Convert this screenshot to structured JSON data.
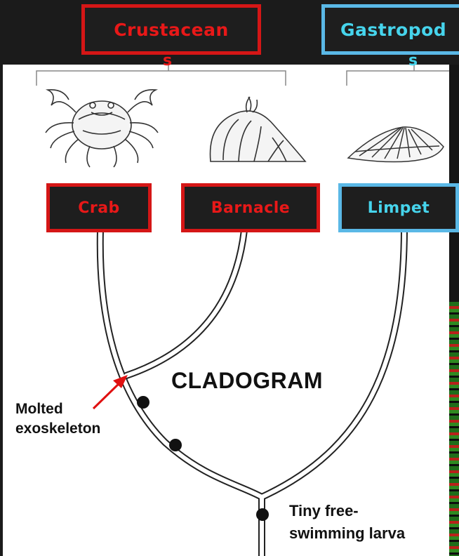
{
  "groups": {
    "crustaceans": {
      "label": "Crustacean",
      "overflow": "s",
      "color": "#d51616"
    },
    "gastropods": {
      "label": "Gastropod",
      "overflow": "s",
      "color": "#5ab8e6"
    }
  },
  "taxa": {
    "crab": "Crab",
    "barnacle": "Barnacle",
    "limpet": "Limpet"
  },
  "diagram": {
    "title": "CLADOGRAM"
  },
  "traits": {
    "molted": [
      "Molted",
      "exoskeleton"
    ],
    "larva": [
      "Tiny free-",
      "swimming larva"
    ]
  },
  "icons": [
    "crab-icon",
    "barnacle-icon",
    "limpet-icon"
  ]
}
